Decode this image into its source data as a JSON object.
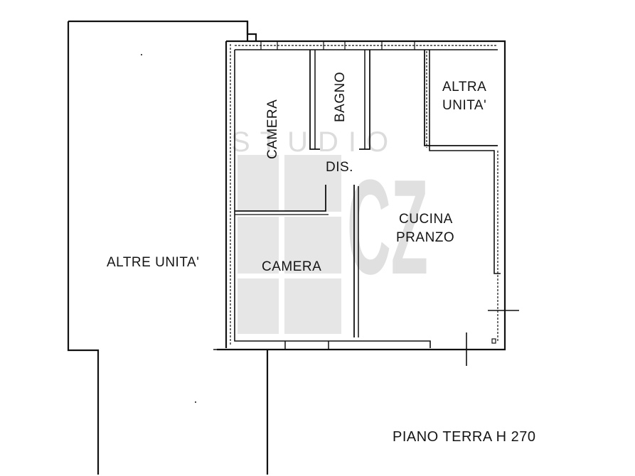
{
  "title": "PIANO TERRA H 270",
  "watermark": {
    "text": "STUDIO",
    "monogram": "CZ",
    "color": "#dcdcdc"
  },
  "rooms": {
    "camera_top": "CAMERA",
    "bagno": "BAGNO",
    "altra_unita_line1": "ALTRA",
    "altra_unita_line2": "UNITA'",
    "dis": "DIS.",
    "cucina_line1": "CUCINA",
    "cucina_line2": "PRANZO",
    "camera_bottom": "CAMERA",
    "altre_unita": "ALTRE UNITA'"
  },
  "colors": {
    "wall": "#111111",
    "shade": "#e6e6e6",
    "background": "#ffffff"
  }
}
